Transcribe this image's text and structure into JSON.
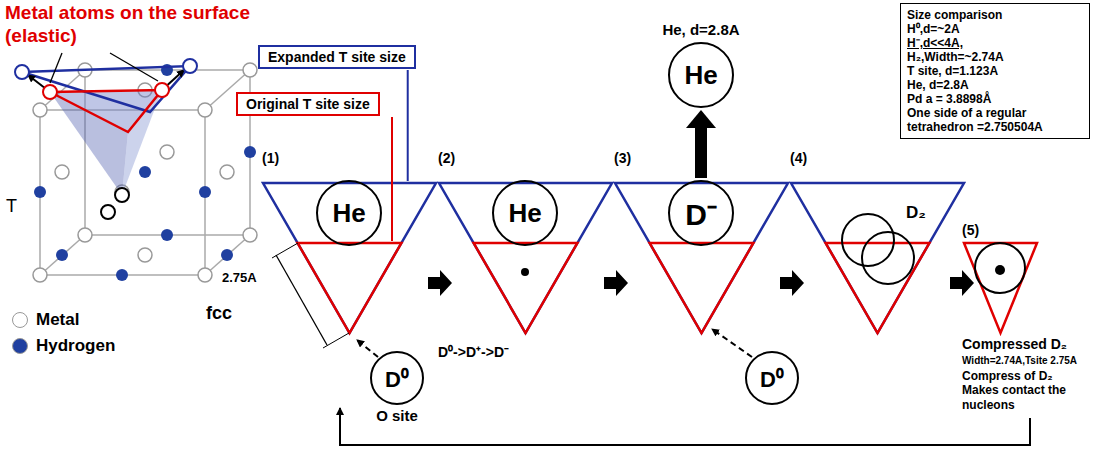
{
  "diagram": {
    "nodes": [
      {
        "text": [
          "Expanded T site size"
        ]
      },
      {
        "text": [
          "Original T site size"
        ]
      },
      {
        "text": [
          "He"
        ]
      },
      {
        "text": [
          "D⁰",
          "O site"
        ]
      },
      {
        "text": [
          "He"
        ]
      },
      {
        "text": [
          "He, d=2.8A",
          "He"
        ]
      },
      {
        "text": [
          "D⁻"
        ]
      },
      {
        "text": [
          "D⁰"
        ]
      },
      {
        "text": [
          "Size comparison",
          "H⁰,d=~2A",
          "H⁻,d<<4A,",
          "H₂,Width=~2.74A",
          "T site, d=1.123A",
          "He, d=2.8A",
          "Pd a = 3.8898Å",
          "One side of a regular tetrahedron =2.750504A"
        ]
      }
    ],
    "edges": [
      {
        "from": 6,
        "to": 5,
        "arrow": "to"
      }
    ],
    "labels": [
      "Metal atoms on the surface (elastic)",
      "T",
      "fcc",
      "(1)",
      "2.75A",
      "(2)",
      "D⁰->D⁺->D⁻",
      "(3)",
      "(4)",
      "D₂",
      "(5)",
      "Compressed D₂",
      "Width=2.74A,Tsite 2.75A",
      "Compress of D₂ Makes contact the nucleons"
    ],
    "legend": [
      {
        "text": "Metal",
        "color": "#ffffff"
      },
      {
        "text": "Hydrogen",
        "color": "#2040a0"
      }
    ]
  }
}
